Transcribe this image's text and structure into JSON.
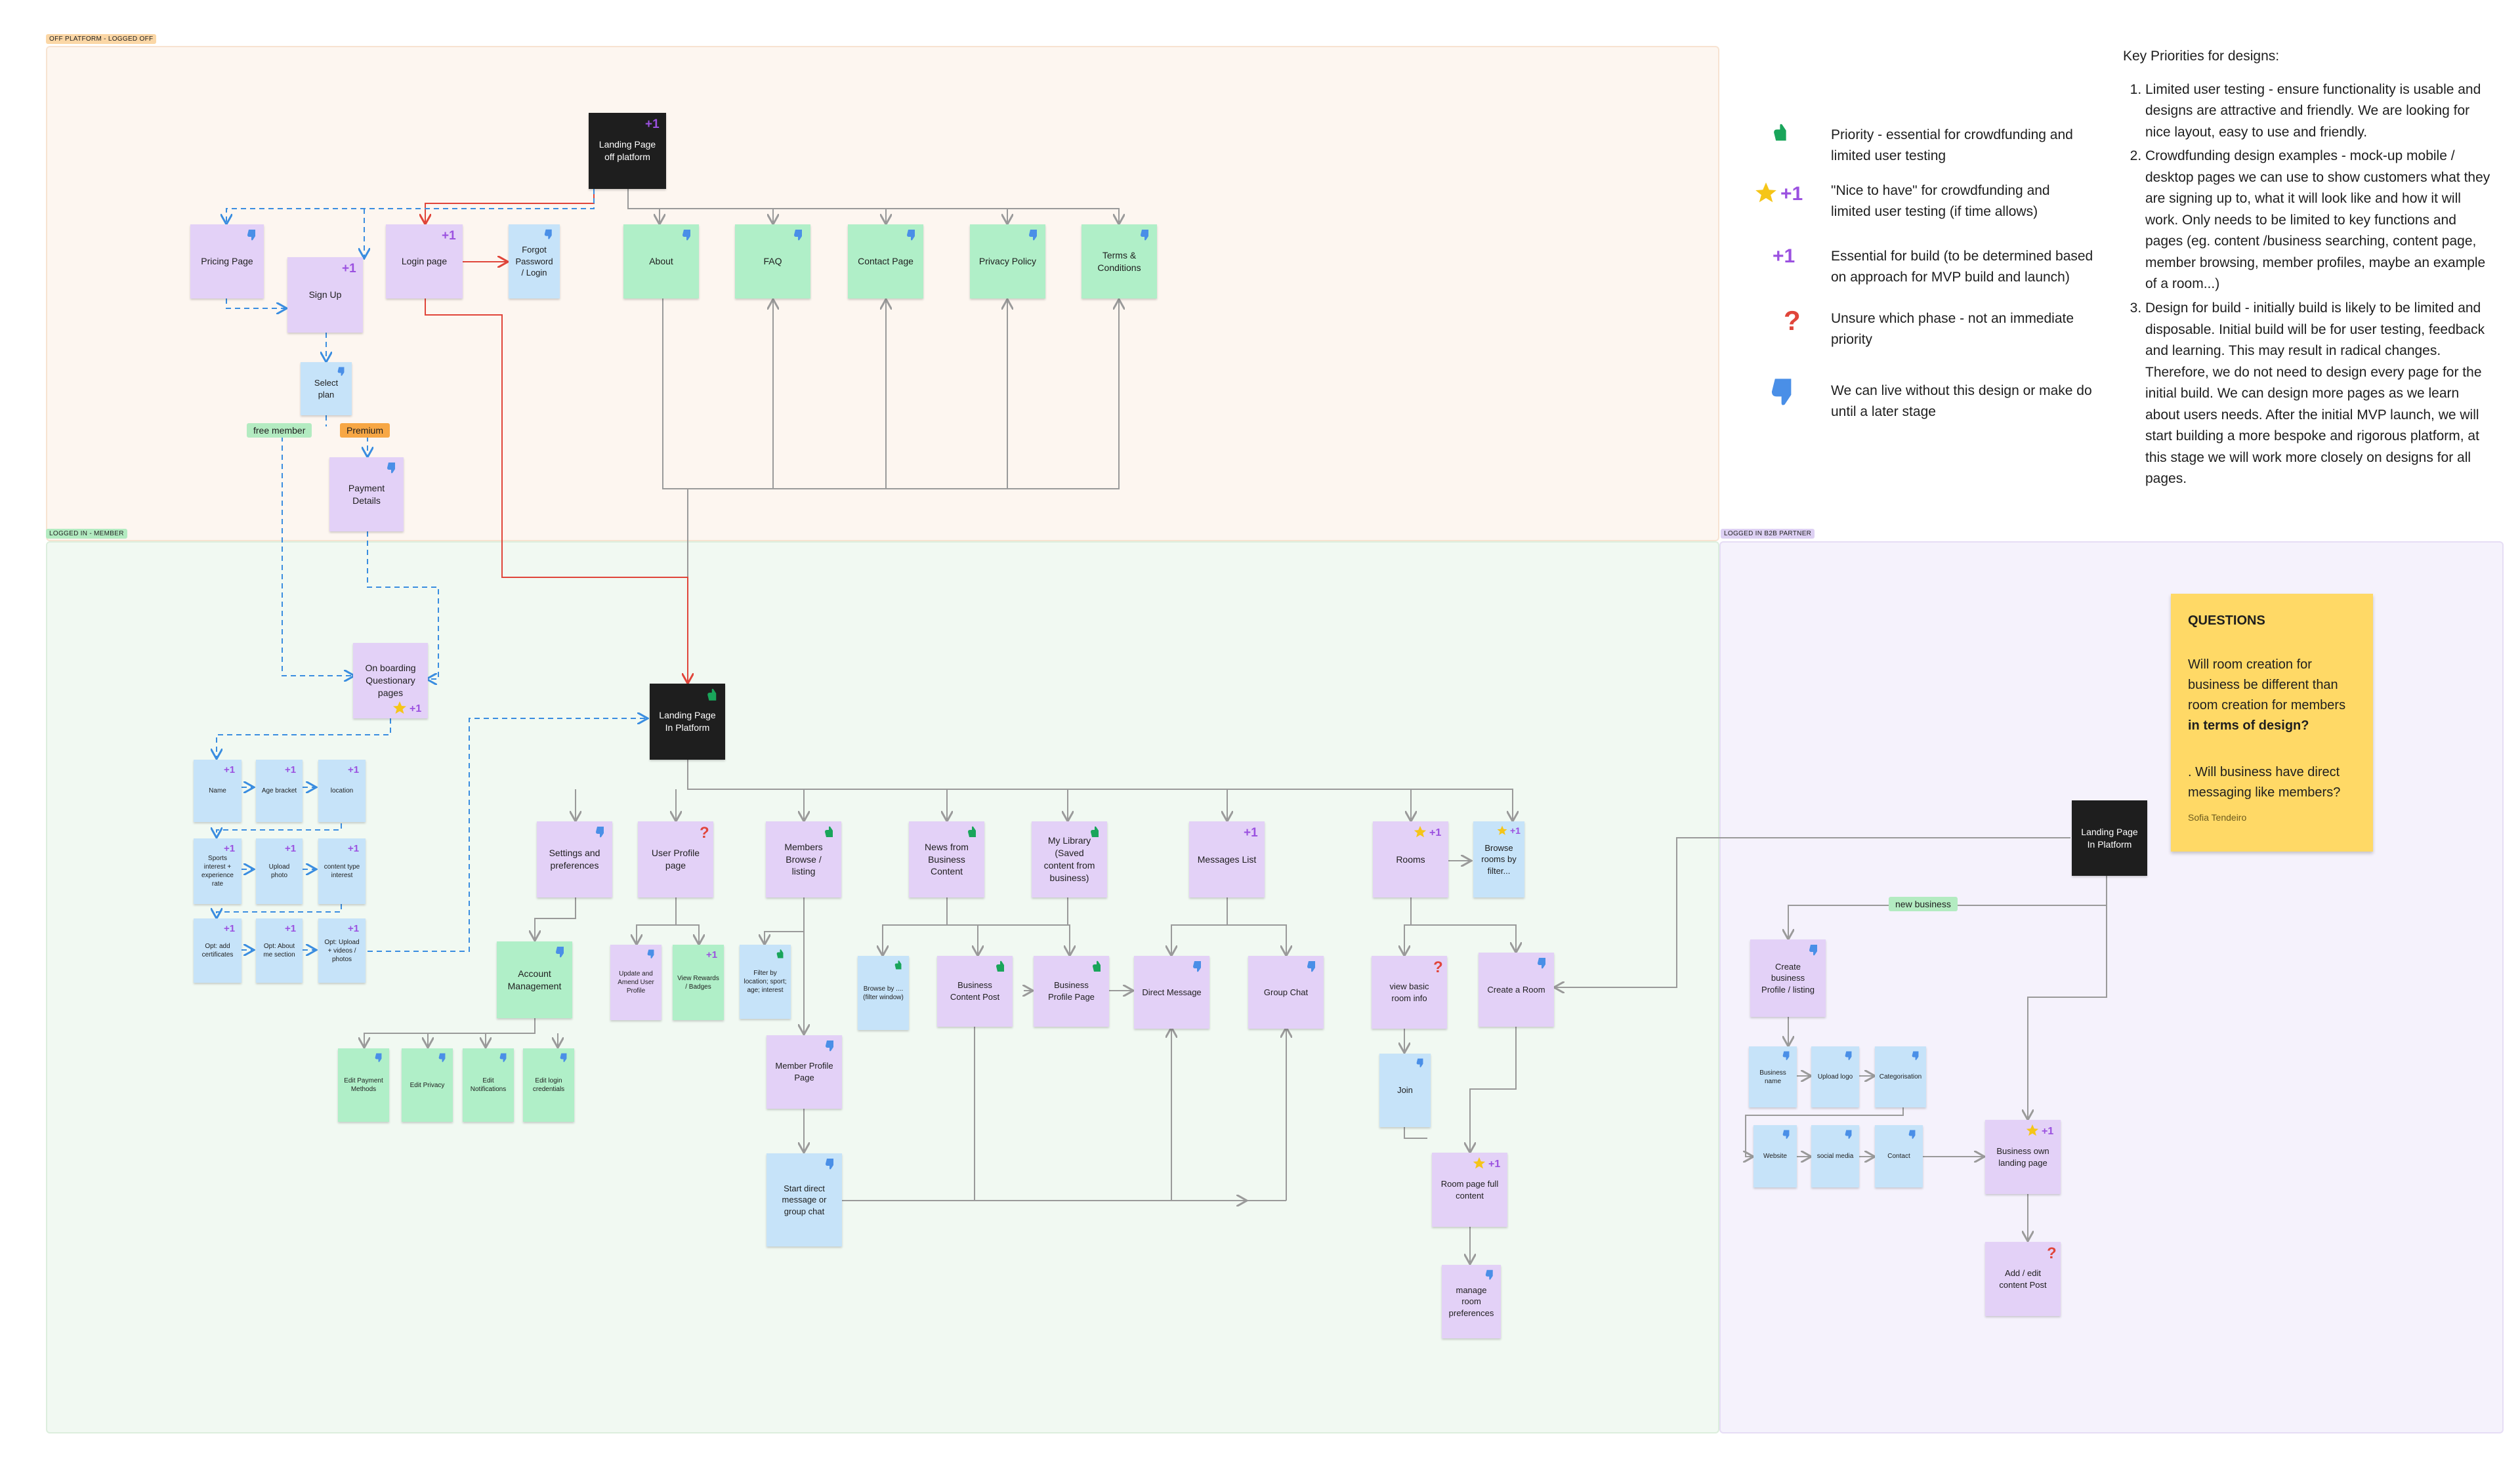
{
  "sections": {
    "off": "OFF PLATFORM - LOGGED OFF",
    "member": "LOGGED IN - MEMBER",
    "b2b": "LOGGED IN B2B PARTNER"
  },
  "legend": {
    "priority": "Priority - essential for crowdfunding and limited user testing",
    "nice": "\"Nice to have\" for crowdfunding and limited user testing (if time allows)",
    "essential": "Essential for build (to be determined based on approach for MVP build and launch)",
    "unsure": "Unsure which phase - not an immediate priority",
    "later": "We can live without this design or make do until a later stage"
  },
  "key_priorities": {
    "title": "Key Priorities for designs:",
    "items": [
      "Limited user testing - ensure functionality is usable and designs are attractive and friendly. We are looking for nice layout, easy to use and friendly.",
      "Crowdfunding design examples - mock-up mobile / desktop pages we can use to show customers what they are signing up to, what it will look like and how it will work. Only needs to be limited to key functions and pages (eg. content /business searching, content page, member browsing, member profiles, maybe an example of a room...)",
      "Design for build - initially build is likely to be limited and disposable. Initial build will be for user testing, feedback and learning. This may result in radical changes. Therefore, we do not need to design every page for the initial build. We can design more pages as we learn about users needs. After the initial MVP launch, we will start building a more bespoke and rigorous platform, at this stage we will work more closely on designs for all pages."
    ]
  },
  "questions": {
    "title": "QUESTIONS",
    "q1_pre": " Will room creation for business be different than room creation for members ",
    "q1_bold": "in terms of design?",
    "q2": ". Will business have direct messaging like members?",
    "author": "Sofia Tendeiro"
  },
  "tags": {
    "free": "free member",
    "premium": "Premium",
    "new_business": "new business"
  },
  "nodes": {
    "landing_off": "Landing Page off platform",
    "pricing": "Pricing Page",
    "signup": "Sign Up",
    "login": "Login page",
    "forgot": "Forgot Password / Login",
    "about": "About",
    "faq": "FAQ",
    "contact": "Contact Page",
    "privacy": "Privacy Policy",
    "terms": "Terms & Conditions",
    "select_plan": "Select plan",
    "payment": "Payment Details",
    "onboarding": "On boarding Questionary pages",
    "landing_in": "Landing Page In Platform",
    "name": "Name",
    "age": "Age bracket",
    "location": "location",
    "sports": "Sports interest + experience rate",
    "upload_photo": "Upload photo",
    "content_type": "content type interest",
    "opt_certs": "Opt: add certificates",
    "opt_about": "Opt: About me section",
    "opt_upload": "Opt: Upload + videos / photos",
    "settings": "Settings and preferences",
    "user_profile": "User Profile page",
    "members_browse": "Members Browse / listing",
    "news": "News from Business Content",
    "library": "My Library (Saved content from business)",
    "messages": "Messages List",
    "rooms": "Rooms",
    "browse_rooms": "Browse rooms by filter...",
    "account": "Account Management",
    "update_profile": "Update and Amend User Profile",
    "rewards": "View Rewards / Badges",
    "filter": "Filter by location; sport; age; interest",
    "browse_by": "Browse by .... (filter window)",
    "biz_post": "Business Content Post",
    "biz_profile": "Business Profile Page",
    "direct_msg": "Direct Message",
    "group_chat": "Group Chat",
    "view_room": "view basic room info",
    "create_room": "Create a Room",
    "edit_payment": "Edit Payment Methods",
    "edit_privacy": "Edit Privacy",
    "edit_notif": "Edit Notifications",
    "edit_login": "Edit login credentials",
    "member_profile": "Member Profile Page",
    "start_dm": "Start direct message or group chat",
    "join": "Join",
    "room_full": "Room page full content",
    "manage_room": "manage room preferences",
    "landing_b2b": "Landing Page In Platform",
    "create_biz": "Create business Profile / listing",
    "biz_name": "Business name",
    "upload_logo": "Upload logo",
    "categorisation": "Categorisation",
    "website": "Website",
    "social": "social media",
    "contact_b": "Contact",
    "biz_landing": "Business own landing page",
    "add_content": "Add / edit content Post"
  },
  "colors": {
    "off_bg": "#fdf6f0",
    "member_bg": "#f1f9f2",
    "b2b_bg": "#f5f2fc",
    "purple": "#e3d1f7",
    "green": "#b0efc8",
    "blue": "#c6e3f9",
    "red_line": "#e0453a",
    "blue_dash": "#3a8de0",
    "note": "#ffd966"
  }
}
